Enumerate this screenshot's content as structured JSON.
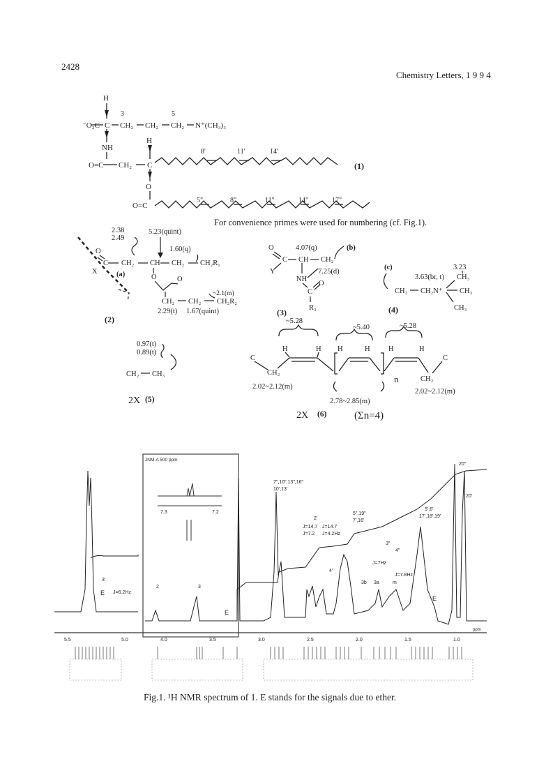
{
  "header": {
    "page_number": "2428",
    "journal": "Chemistry Letters, 1 9 9 4"
  },
  "structure1": {
    "h_top": "H",
    "carboxylate": "⁻O₂C",
    "c_alpha": "C",
    "ch2_a": "CH₂",
    "ch2_b": "CH₂",
    "ch2_c": "CH₂",
    "ammonium": "N⁺(CH₃)₃",
    "num3": "3",
    "num5": "5",
    "nh": "NH",
    "h_mid": "H",
    "carbonyl": "O=C",
    "ch2_d": "CH₂",
    "c_mid": "C",
    "o_link": "O",
    "carbonyl2": "O=C",
    "acyl1_pos": [
      "8'",
      "11'",
      "14'"
    ],
    "acyl2_pos": [
      "5\"",
      "8\"",
      "11\"",
      "14\"",
      "17\""
    ],
    "compound_label": "(1)",
    "note": "For convenience primes were used for numbering (cf. Fig.1)."
  },
  "fragment2": {
    "shift_a": "2.38",
    "shift_b": "2.49",
    "quint": "5.23(quint)",
    "q": "1.60(q)",
    "o": "O",
    "c": "C",
    "ch2": "CH₂",
    "ch": "CH",
    "ch2r1": "CH₂R₁",
    "x": "X",
    "a_label": "(a)",
    "o2": "O",
    "o3": "O",
    "m21": "~2.1(m)",
    "ch2_1": "CH₂",
    "ch2_2": "CH₂",
    "ch2r2": "CH₂R₂",
    "t229": "2.29(t)",
    "q167": "1.67(quint)",
    "label": "(2)"
  },
  "fragment3": {
    "o": "O",
    "q": "4.07(q)",
    "b_label": "(b)",
    "c": "C",
    "ch": "CH",
    "ch2": "CH₂",
    "y": "Y",
    "d": "7.25(d)",
    "nh": "NH",
    "o2": "O",
    "c2": "C",
    "r3": "R₃",
    "label": "(3)"
  },
  "fragment4": {
    "c_label": "(c)",
    "s323": "3.23",
    "brt": "3.63(br, t)",
    "ch3a": "CH₃",
    "ch2a": "CH₂",
    "ch2n": "CH₂N⁺",
    "ch3b": "CH₃",
    "ch3c": "CH₃",
    "label": "(4)"
  },
  "fragment5": {
    "t097": "0.97(t)",
    "t089": "0.89(t)",
    "ch2": "CH₂",
    "ch3": "CH₃",
    "mult": "2X",
    "label": "(5)"
  },
  "fragment6": {
    "s528a": "~5.28",
    "s540": "~5.40",
    "s528b": "~5.28",
    "h": "H",
    "c_left": "C",
    "ch2_left": "CH₂",
    "c_right": "C",
    "ch2_right": "CH₂",
    "n": "n",
    "m_left": "2.02~2.12(m)",
    "m_mid": "2.78~2.85(m)",
    "m_right": "2.02~2.12(m)",
    "mult": "2X",
    "label": "(6)",
    "sum": "(Σn=4)"
  },
  "spectrum": {
    "inset_header": "JNM-A 500 ppm",
    "inset_ticks": [
      "7.3",
      "7.2"
    ],
    "peak_labels": [
      "7\",10\",13\",16\"",
      "10',13'",
      "2'",
      "J=14.7",
      "J=7.2",
      "J=14.7",
      "J=4.2Hz",
      "4'",
      "5\",19\"",
      "7',16'",
      "3b",
      "3a",
      "3\"",
      "4\"",
      "J=7Hz",
      "J=7.8Hz",
      "m",
      "5',6'",
      "17',18',19'",
      "20\"",
      "20'",
      "3'",
      "J=6.2Hz",
      "E",
      "E",
      "E",
      "2",
      "3"
    ],
    "ppm_ticks_left": [
      "5.5",
      "5.0"
    ],
    "ppm_ticks_right": [
      "4.0",
      "3.5",
      "3.0",
      "2.5",
      "2.0",
      "1.5",
      "1.0"
    ],
    "ppm_unit": "ppm"
  },
  "caption": "Fig.1. ¹H NMR spectrum of 1. E stands for the signals due to ether."
}
